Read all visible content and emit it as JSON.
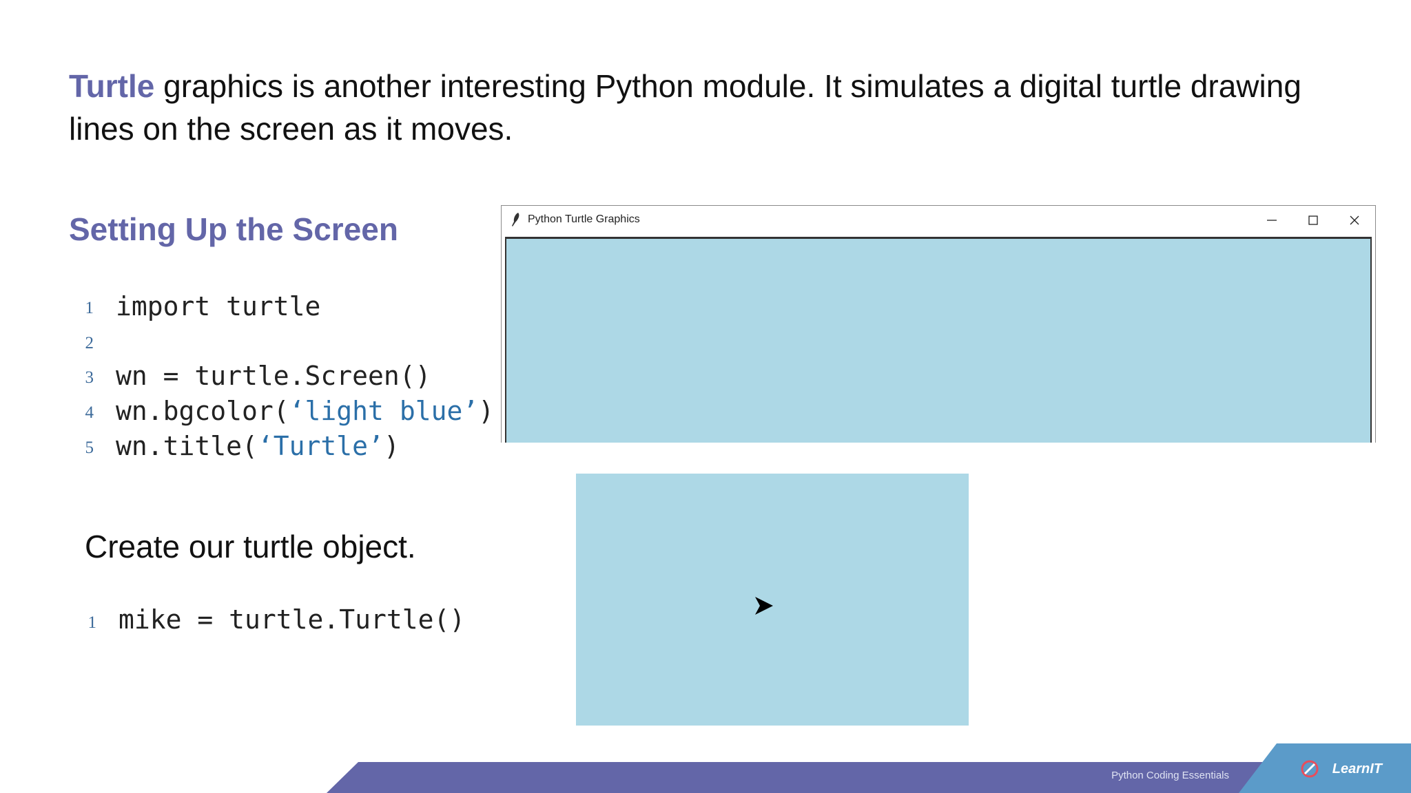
{
  "intro": {
    "keyword": "Turtle",
    "text": " graphics is another interesting Python module. It simulates a digital turtle drawing lines on the screen as it moves."
  },
  "section_heading": "Setting Up the Screen",
  "code_block_1": [
    {
      "num": "1",
      "text": "import turtle"
    },
    {
      "num": "2",
      "text": ""
    },
    {
      "num": "3",
      "text": "wn = turtle.Screen()"
    },
    {
      "num": "4",
      "pre": "wn.bgcolor(",
      "str": "‘light blue’",
      "post": ")"
    },
    {
      "num": "5",
      "pre": "wn.title(",
      "str": "‘Turtle’",
      "post": ")"
    }
  ],
  "subtext": "Create our turtle object.",
  "code_block_2": [
    {
      "num": "1",
      "text": "mike = turtle.Turtle()"
    }
  ],
  "turtle_window": {
    "title": "Python Turtle Graphics",
    "canvas_color": "#add8e6",
    "icons": [
      "feather-icon",
      "minimize-icon",
      "maximize-icon",
      "close-icon"
    ]
  },
  "turtle_canvas": {
    "color": "#add8e6",
    "icon": "turtle-arrow-icon"
  },
  "footer": {
    "label": "Python Coding Essentials",
    "logo": "LearnIT",
    "band_color": "#6366a8",
    "accent_color": "#5b9bc9"
  },
  "colors": {
    "accent": "#6366a8",
    "code_string": "#2b6fa8"
  }
}
